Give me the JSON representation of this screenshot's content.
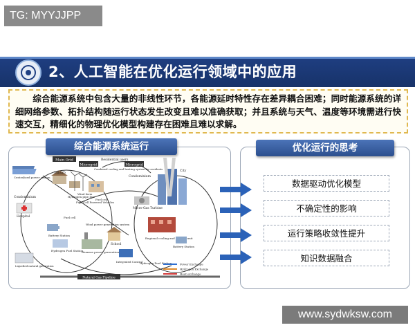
{
  "top_tag": "TG: MYYJJPP",
  "slide": {
    "title": "2、人工智能在优化运行领域中的应用",
    "intro": "综合能源系统中包含大量的非线性环节，各能源延时特性存在差异耦合困难；同时能源系统的详细网络参数、拓扑结构随运行状态发生改变且难以准确获取；并且系统与天气、温度等环境需进行快速交互，精细化的物理优化模型构建存在困难且难以求解。",
    "left_panel": {
      "header": "综合能源系统运行",
      "diagram_labels": {
        "main_grid": "Main Grid",
        "microgrid_1": "Microgrid",
        "microgrid_2": "Microgrid",
        "residential": "Residential users",
        "combined_cooling": "Combined cooling and heating system for residents",
        "centralized_pv": "Centralized power station",
        "suburb": "Suburb",
        "wind_farm": "Wind farm",
        "cogeneration_left": "Condominium",
        "city": "City",
        "cogeneration_right": "Condominium",
        "hydrogen_pipeline": "Hydrogen pipe line",
        "fuel_cell_1": "Fuel Cell Powered Vehicles",
        "fuel_cell_2": "Fuel cell",
        "hospital": "Hospital",
        "fuel_cell_3": "Fuel cell",
        "battery_left": "Battery Station",
        "hydrogen_station": "Hydrogen Fuel Station",
        "wind_power": "Wind power generation system",
        "biomass": "Biomass power generation",
        "school": "School",
        "microgrid_turbine": "Micro-Gas Turbine",
        "regional_cooling": "Regional cooling and heating unit",
        "battery_right": "Battery Station",
        "integrated_control": "Integrated Control",
        "hydrogen_fuel": "Hydrogen Fuel Station",
        "natural_gas": "Natural Gas Pipeline",
        "liquefied_gas": "Liquefied natural gas station",
        "legend_power": "Power Exchange",
        "legend_hydrogen": "Hydrogen Exchange",
        "legend_heat": "Heat exchange"
      }
    },
    "right_panel": {
      "header": "优化运行的思考",
      "items": [
        "数据驱动优化模型",
        "不确定性的影响",
        "运行策略收敛性提升",
        "知识数据融合"
      ]
    }
  },
  "watermark": "www.sydwksw.com",
  "colors": {
    "title_bar": "#1f3f82",
    "header_blue": "#2c4f8e",
    "arrow_blue": "#2b62b8",
    "intro_border": "#e0b84f",
    "legend_power": "#2e6fd1",
    "legend_hydrogen": "#e08a2a",
    "legend_heat": "#d33a3a"
  }
}
